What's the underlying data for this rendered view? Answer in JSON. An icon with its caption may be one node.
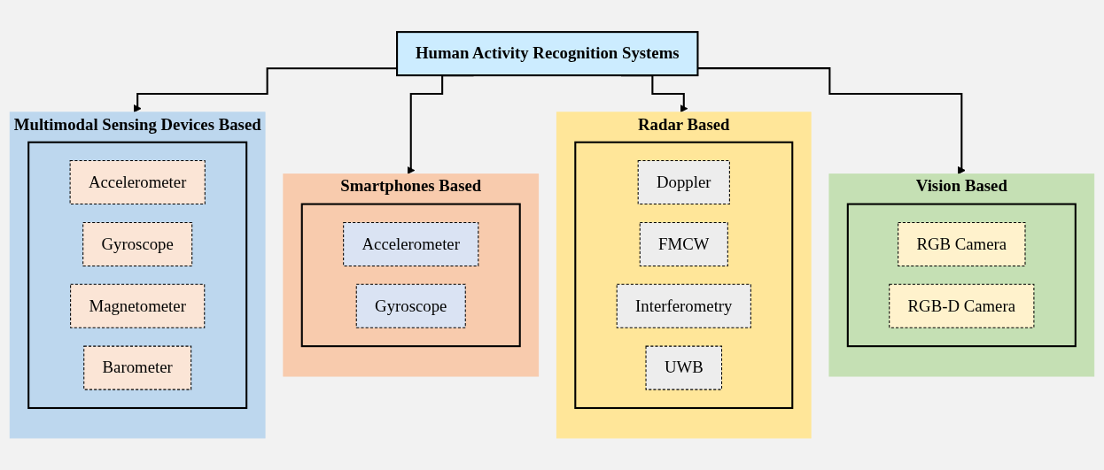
{
  "diagram": {
    "nodes": [
      {
        "text": [
          "Human Activity Recognition Systems"
        ]
      },
      {
        "text": [
          "Multimodal Sensing Devices Based"
        ]
      },
      {
        "text": [],
        "shape": "box",
        "in": 1
      },
      {
        "text": [
          "Accelerometer"
        ],
        "in": 2
      },
      {
        "text": [
          "Gyroscope"
        ],
        "in": 2
      },
      {
        "text": [
          "Magnetometer"
        ],
        "in": 2
      },
      {
        "text": [
          "Barometer"
        ],
        "in": 2
      },
      {
        "text": [
          "Smartphones Based"
        ]
      },
      {
        "text": [],
        "shape": "box",
        "in": 7
      },
      {
        "text": [
          "Accelerometer"
        ],
        "in": 8
      },
      {
        "text": [
          "Gyroscope"
        ],
        "in": 8
      },
      {
        "text": [
          "Radar Based"
        ]
      },
      {
        "text": [],
        "shape": "box",
        "in": 11
      },
      {
        "text": [
          "Doppler"
        ],
        "in": 12
      },
      {
        "text": [
          "FMCW"
        ],
        "in": 12
      },
      {
        "text": [
          "Interferometry"
        ],
        "in": 12
      },
      {
        "text": [
          "UWB"
        ],
        "in": 12
      },
      {
        "text": [
          "Vision Based"
        ]
      },
      {
        "text": [],
        "shape": "box",
        "in": 17
      },
      {
        "text": [
          "RGB Camera"
        ],
        "in": 18
      },
      {
        "text": [
          "RGB-D Camera"
        ],
        "in": 18
      }
    ],
    "edges": [
      {
        "from": 0,
        "to": 1,
        "arrow": "to"
      },
      {
        "from": 0,
        "to": 7,
        "arrow": "to"
      },
      {
        "from": 0,
        "to": 11,
        "arrow": "to"
      },
      {
        "from": 0,
        "to": 17,
        "arrow": "to"
      }
    ]
  }
}
